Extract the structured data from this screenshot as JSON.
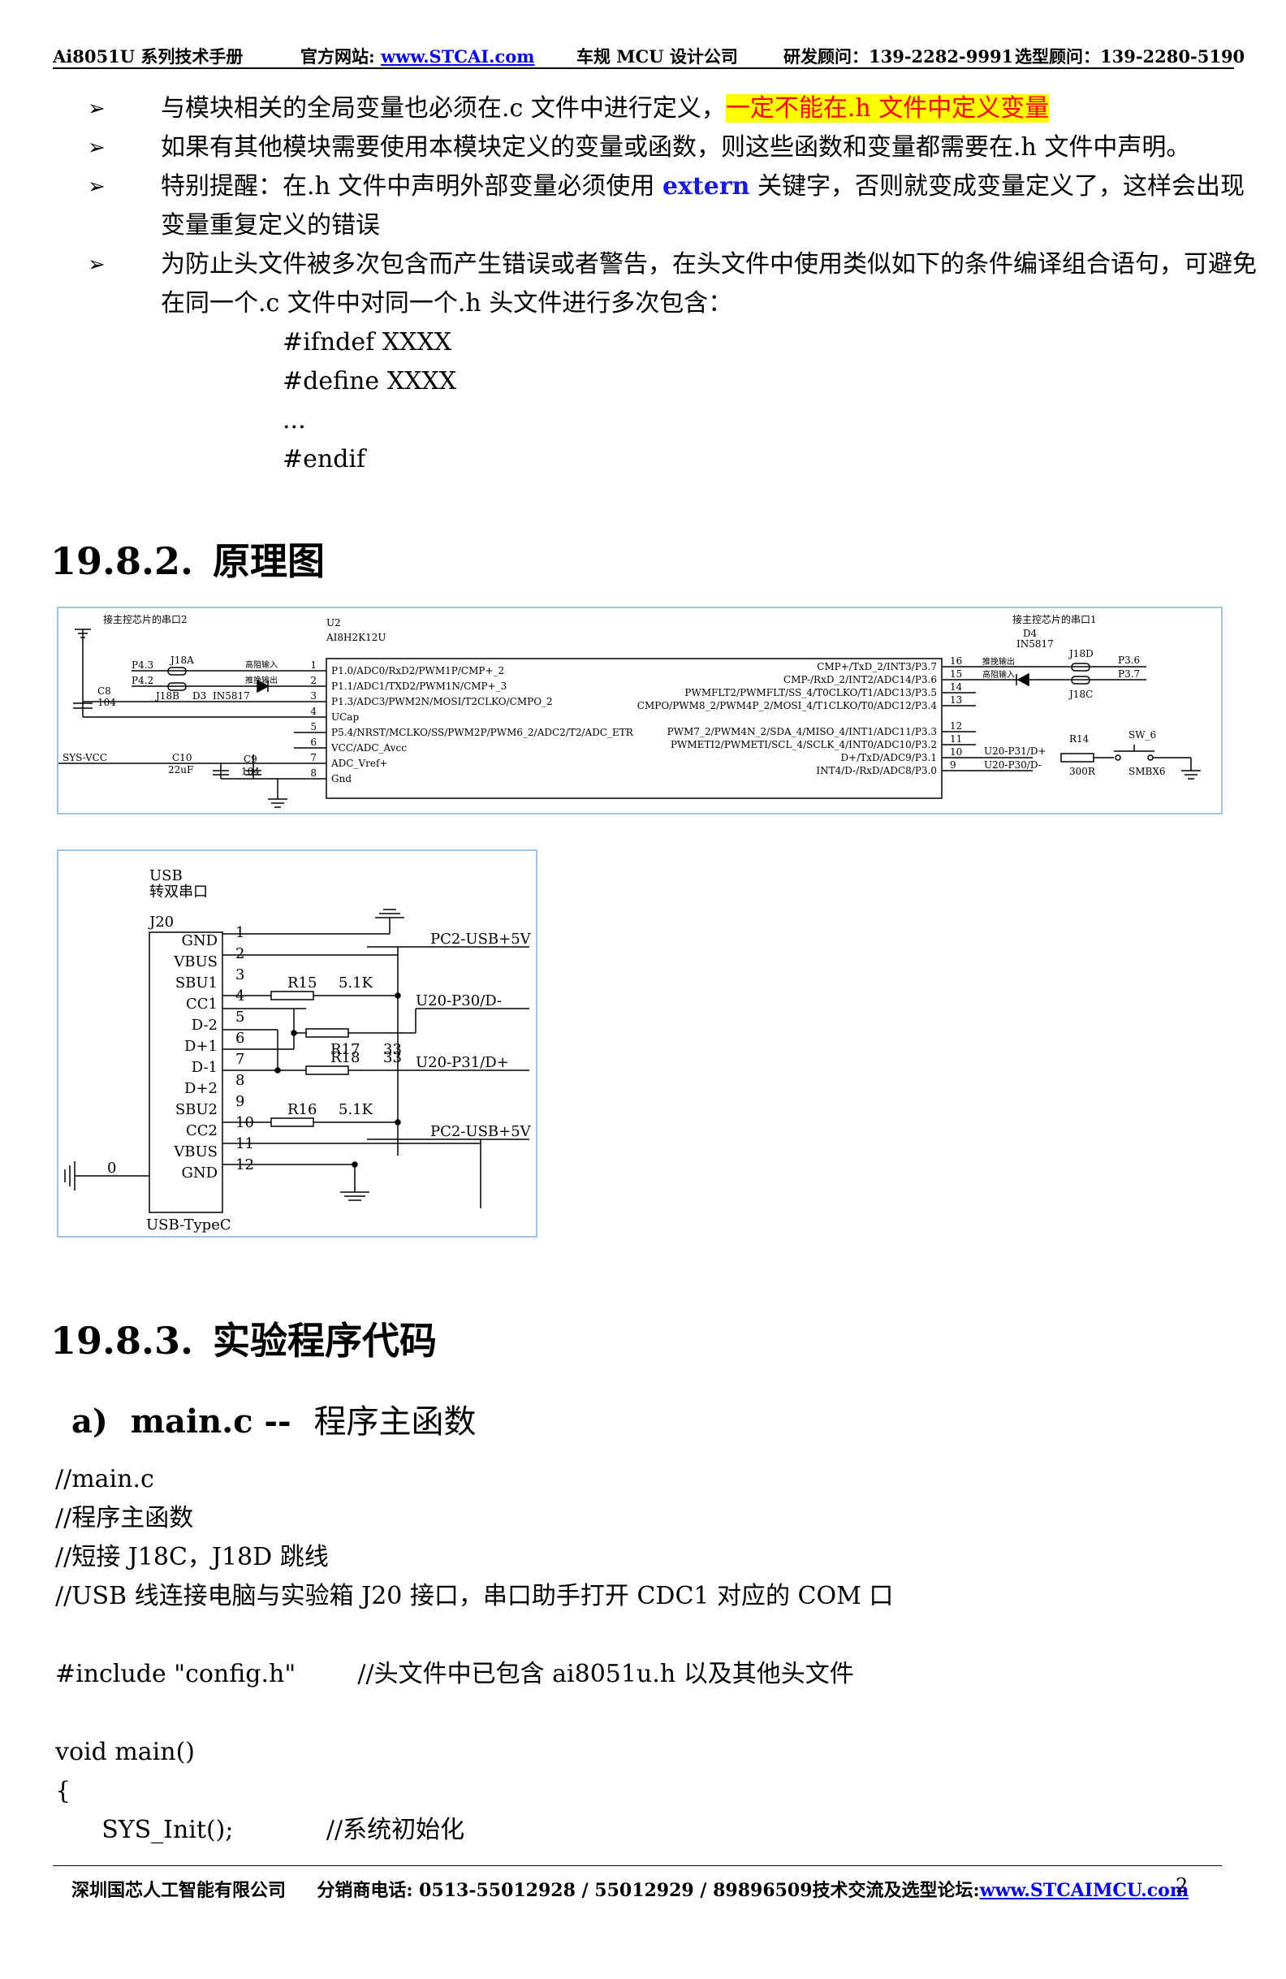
{
  "header": {
    "manual": "Ai8051U 系列技术手册",
    "site_label": "官方网站: ",
    "site_link": "www.STCAI.com",
    "company_tag": "车规 MCU 设计公司",
    "rd_consultant": "研发顾问：139-2282-9991",
    "sel_consultant": "选型顾问：139-2280-5190"
  },
  "bullets": {
    "mark": "➢",
    "b1_pre": "与模块相关的全局变量也必须在.c 文件中进行定义，",
    "b1_highlight": "一定不能在.h 文件中定义变量",
    "b2": "如果有其他模块需要使用本模块定义的变量或函数，则这些函数和变量都需要在.h 文件中声明。",
    "b3_pre": "特别提醒：在.h 文件中声明外部变量必须使用 ",
    "b3_kw": "extern",
    "b3_post": " 关键字，否则就变成变量定义了，这样会出现变量重复定义的错误",
    "b4": "为防止头文件被多次包含而产生错误或者警告，在头文件中使用类似如下的条件编译组合语句，可避免在同一个.c 文件中对同一个.h 头文件进行多次包含：",
    "code_lines": [
      "#ifndef XXXX",
      "#define XXXX",
      "...",
      "#endif"
    ]
  },
  "sec_schematic": {
    "num": "19.8.2.",
    "title": "原理图"
  },
  "sec_code": {
    "num": "19.8.3.",
    "title": "实验程序代码"
  },
  "sub_main": {
    "label": "a)",
    "bold": "main.c --",
    "title": "程序主函数"
  },
  "code_block": "//main.c\n//程序主函数\n//短接 J18C，J18D 跳线\n//USB 线连接电脑与实验箱 J20 接口，串口助手打开 CDC1 对应的 COM 口\n\n#include \"config.h\"        //头文件中已包含 ai8051u.h 以及其他头文件\n\nvoid main()\n{\n      SYS_Init();            //系统初始化",
  "schematic1": {
    "left_note": "接主控芯片的串口2",
    "right_note": "接主控芯片的串口1",
    "chip_ref": "U2",
    "chip_name": "AI8H2K12U",
    "left_pins": [
      {
        "n": "1",
        "t": "P1.0/ADC0/RxD2/PWM1P/CMP+_2"
      },
      {
        "n": "2",
        "t": "P1.1/ADC1/TXD2/PWM1N/CMP+_3"
      },
      {
        "n": "3",
        "t": "P1.3/ADC3/PWM2N/MOSI/T2CLKO/CMPO_2"
      },
      {
        "n": "4",
        "t": "UCap"
      },
      {
        "n": "5",
        "t": "P5.4/NRST/MCLKO/SS/PWM2P/PWM6_2/ADC2/T2/ADC_ETR"
      },
      {
        "n": "6",
        "t": "VCC/ADC_Avcc"
      },
      {
        "n": "7",
        "t": "ADC_Vref+"
      },
      {
        "n": "8",
        "t": "Gnd"
      }
    ],
    "right_pins": [
      {
        "n": "16",
        "t": "CMP+/TxD_2/INT3/P3.7"
      },
      {
        "n": "15",
        "t": "CMP-/RxD_2/INT2/ADC14/P3.6"
      },
      {
        "n": "14",
        "t": "PWMFLT2/PWMFLT/SS_4/T0CLKO/T1/ADC13/P3.5"
      },
      {
        "n": "13",
        "t": "CMPO/PWM8_2/PWM4P_2/MOSI_4/T1CLKO/T0/ADC12/P3.4"
      },
      {
        "n": "12",
        "t": "PWM7_2/PWM4N_2/SDA_4/MISO_4/INT1/ADC11/P3.3"
      },
      {
        "n": "11",
        "t": "PWMETI2/PWMETI/SCL_4/SCLK_4/INT0/ADC10/P3.2"
      },
      {
        "n": "10",
        "t": "D+/TxD/ADC9/P3.1"
      },
      {
        "n": "9",
        "t": "INT4/D-/RxD/ADC8/P3.0"
      }
    ],
    "labels": {
      "p43": "P4.3",
      "p42": "P4.2",
      "j18a": "J18A",
      "j18b": "J18B",
      "d3": "D3",
      "in5817a": "IN5817",
      "hi_in": "高阻输入",
      "pp_out": "推挽输出",
      "c8": "C8",
      "c8v": "104",
      "sysvcc": "SYS-VCC",
      "c10": "C10",
      "c10v": "22uF",
      "c9": "C9",
      "c9v": "104",
      "d4": "D4",
      "in5817b": "IN5817",
      "j18d": "J18D",
      "j18c": "J18C",
      "p36": "P3.6",
      "p37": "P3.7",
      "r14": "R14",
      "r14v": "300R",
      "sw6": "SW_6",
      "sw6v": "SMBX6",
      "u20p31": "U20-P31/D+",
      "u20p30": "U20-P30/D-"
    }
  },
  "schematic2": {
    "title1": "USB",
    "title2": "转双串口",
    "ref": "J20",
    "part": "USB-TypeC",
    "pins": [
      "GND",
      "VBUS",
      "SBU1",
      "CC1",
      "D-2",
      "D+1",
      "D-1",
      "D+2",
      "SBU2",
      "CC2",
      "VBUS",
      "GND"
    ],
    "nums": [
      "1",
      "2",
      "3",
      "4",
      "5",
      "6",
      "7",
      "8",
      "9",
      "10",
      "11",
      "12"
    ],
    "net_5v_a": "PC2-USB+5V",
    "net_5v_b": "PC2-USB+5V",
    "net_dm": "U20-P30/D-",
    "net_dp": "U20-P31/D+",
    "r15": "R15",
    "r15v": "5.1K",
    "r17": "R17",
    "r17v": "33",
    "r18": "R18",
    "r18v": "33",
    "r16": "R16",
    "r16v": "5.1K",
    "zero": "0"
  },
  "footer": {
    "company": "深圳国芯人工智能有限公司",
    "phones": "分销商电话: 0513-55012928 / 55012929 / 89896509技术交流及选型论坛:",
    "forum_link": "www.STCAIMCU.com",
    "page": "2"
  }
}
